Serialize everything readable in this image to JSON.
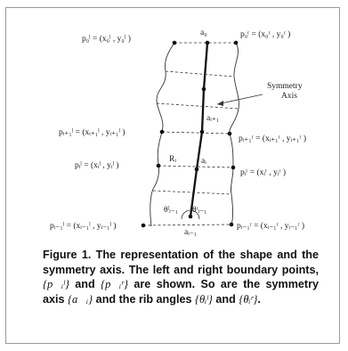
{
  "figure": {
    "labels": {
      "row0_left": "p₀ˡ = (x₀ˡ , y₀ˡ )",
      "row0_axis": "a₀",
      "row0_right": "p₀ʳ = (x₀ʳ , y₀ʳ )",
      "axis_name": "Symmetry\nAxis",
      "row1_left": "pᵢ₊₁ˡ = (xᵢ₊₁ˡ , yᵢ₊₁ˡ )",
      "row1_axis": "aᵢ₊₁",
      "row1_right": "pᵢ₊₁ʳ = (xᵢ₊₁ʳ , yᵢ₊₁ʳ )",
      "row2_left": "pᵢˡ = (xᵢˡ , yᵢˡ )",
      "row2_axis": "aᵢ",
      "rib_label": "Rᵢ",
      "row2_right": "pᵢʳ = (xᵢʳ , yᵢʳ )",
      "theta_left": "θˡᵢ₋₁",
      "theta_right": "θʳᵢ₋₁",
      "row3_left": "pᵢ₋₁ˡ = (xᵢ₋₁ˡ , yᵢ₋₁ˡ )",
      "row3_axis": "aᵢ₋₁",
      "row3_right": "pᵢ₋₁ʳ = (xᵢ₋₁ʳ , yᵢ₋₁ʳ )"
    }
  },
  "caption": {
    "part1": "Figure 1. The representation of the shape and the symmetry axis.  The left and right boundary points, ",
    "math_left_points": "{p⃗ᵢˡ}",
    "part2": " and ",
    "math_right_points": "{p⃗ᵢʳ}",
    "part3": " are shown. So are the symmetry axis ",
    "math_axis": "{a⃗ᵢ}",
    "part4": " and the rib angles ",
    "math_theta_left": "{θᵢˡ}",
    "part5": " and ",
    "math_theta_right": "{θᵢʳ}",
    "part6": "."
  }
}
